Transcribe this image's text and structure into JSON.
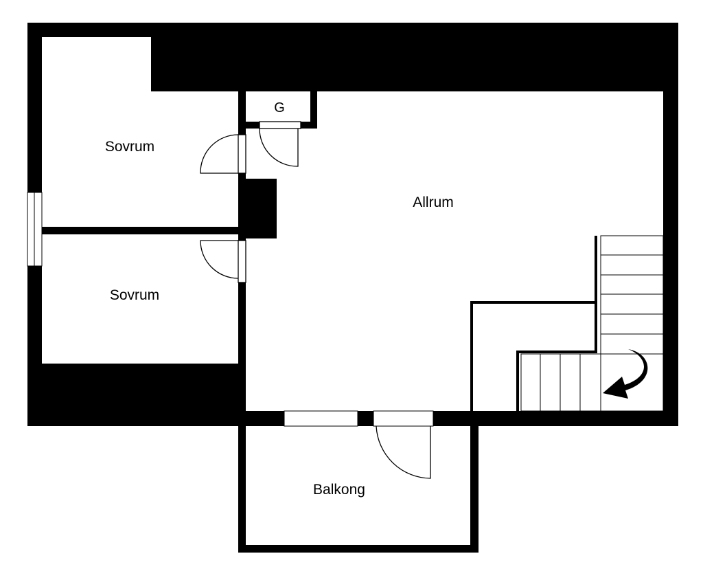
{
  "colors": {
    "wall": "#000000",
    "floor": "#ffffff"
  },
  "rooms": {
    "bedroom_top": "Sovrum",
    "bedroom_bottom": "Sovrum",
    "living_room": "Allrum",
    "balcony": "Balkong",
    "closet": "G"
  },
  "icons": {
    "stairs_direction": "curved-arrow-icon"
  }
}
